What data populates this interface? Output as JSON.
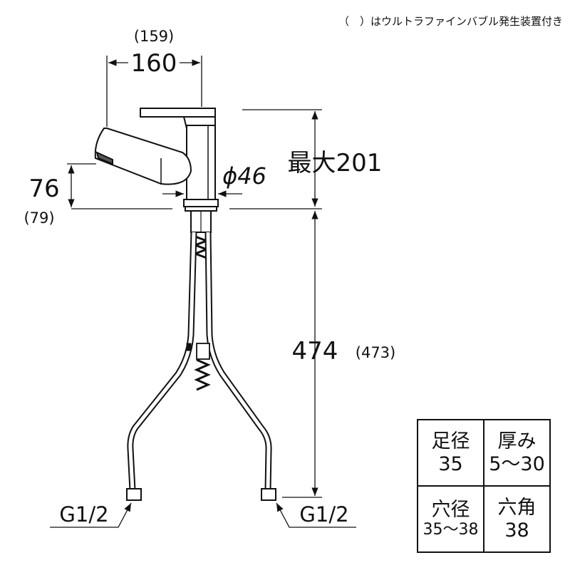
{
  "note": "（　）はウルトラファインバブル発生装置付き",
  "dims": {
    "width_alt": "(159)",
    "width": "160",
    "height_max": "最大201",
    "diameter": "ϕ46",
    "spout_height": "76",
    "spout_height_alt": "(79)",
    "hose_length": "474",
    "hose_length_alt": "(473)",
    "thread_left": "G1/2",
    "thread_right": "G1/2"
  },
  "spec_table": {
    "cells": [
      {
        "header": "足径",
        "value": "35"
      },
      {
        "header": "厚み",
        "value": "5～30"
      },
      {
        "header": "穴径",
        "value": "35～38"
      },
      {
        "header": "六角",
        "value": "38"
      }
    ]
  }
}
